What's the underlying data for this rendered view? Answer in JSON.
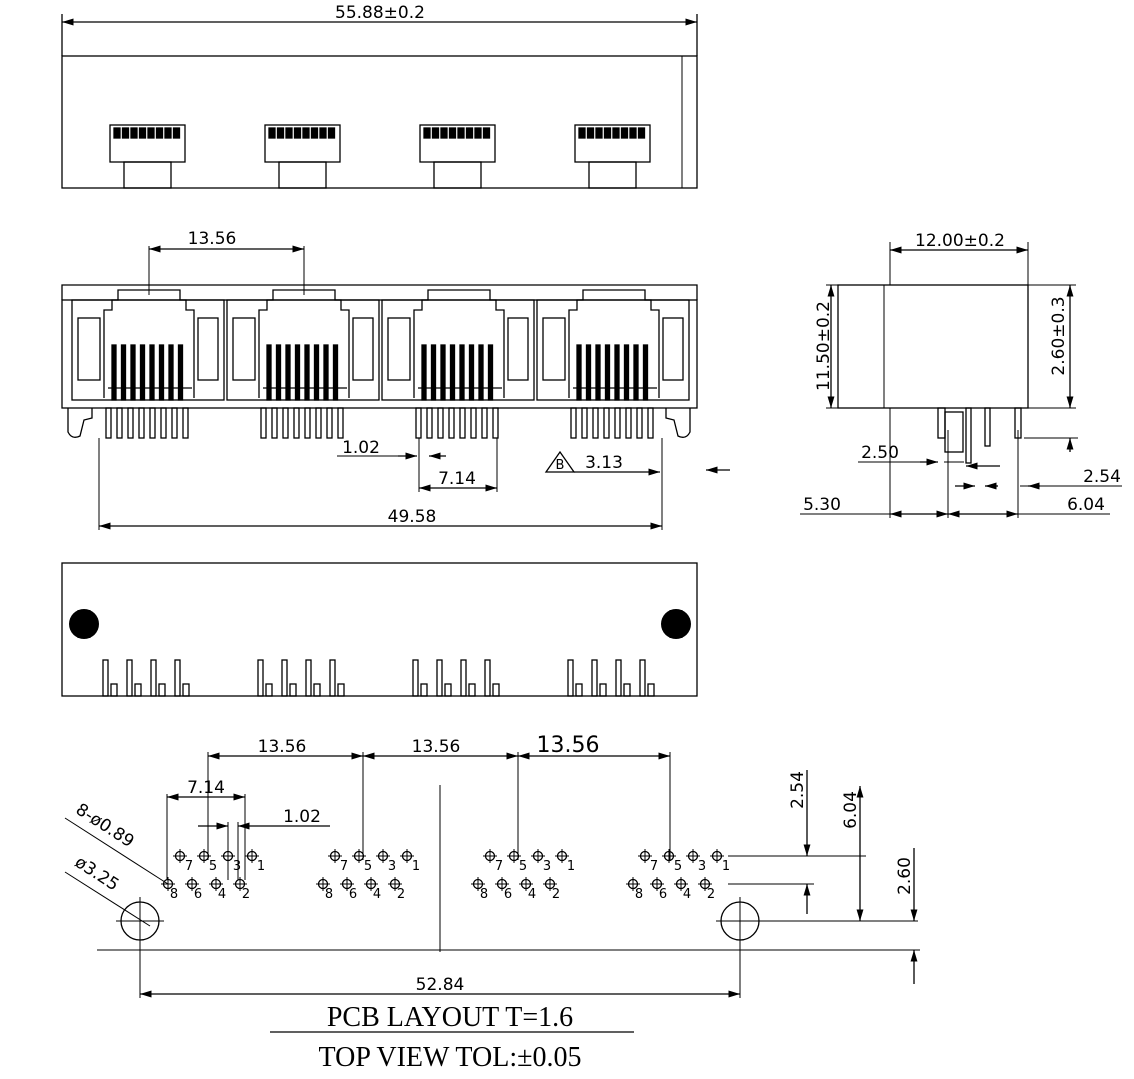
{
  "front_view": {
    "width_label": "55.88±0.2"
  },
  "port_view": {
    "pitch_label": "13.56",
    "pin_pitch_label": "1.02",
    "pin_span_label": "7.14",
    "datum_label": "B",
    "datum_offset_label": "3.13",
    "overall_label": "49.58"
  },
  "side_view": {
    "width_label": "12.00±0.2",
    "height_label": "11.50±0.2",
    "pin_len_label": "2.60±0.3",
    "dim_250": "2.50",
    "dim_530": "5.30",
    "dim_254": "2.54",
    "dim_604": "6.04"
  },
  "pcb_layout": {
    "pitch_labels": [
      "13.56",
      "13.56",
      "13.56"
    ],
    "pin_span_label": "7.14",
    "pin_pitch_label": "1.02",
    "hole_small_label": "8-ø0.89",
    "hole_large_label": "ø3.25",
    "row_pitch_label": "2.54",
    "row_offset_label": "6.04",
    "peg_offset_label": "2.60",
    "peg_span_label": "52.84",
    "top_row_pins": [
      "7",
      "5",
      "3",
      "1"
    ],
    "bottom_row_pins": [
      "8",
      "6",
      "4",
      "2"
    ],
    "title_line1": "PCB LAYOUT T=1.6",
    "title_line2": "TOP VIEW TOL:±0.05"
  },
  "colors": {
    "ink": "#000000",
    "paper": "#ffffff"
  }
}
